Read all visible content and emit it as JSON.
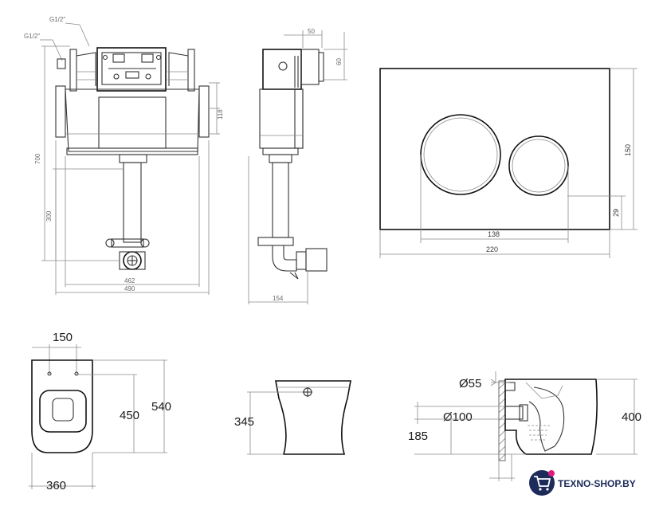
{
  "cistern_front": {
    "inlet_top": "G1/2\"",
    "inlet_side": "G1/2\"",
    "height_total": "700",
    "height_outlet": "300",
    "width_inner": "462",
    "width_outer": "490",
    "bracket_height": "118"
  },
  "cistern_side": {
    "depth_top": "50",
    "height_top": "60",
    "depth": "154"
  },
  "flush_plate": {
    "height": "150",
    "button_offset": "29",
    "button_span": "138",
    "width": "220"
  },
  "bowl_top": {
    "hole_spacing": "150",
    "depth_inner": "450",
    "depth_total": "540",
    "width": "360"
  },
  "bowl_front": {
    "height": "345"
  },
  "bowl_side": {
    "inlet_diameter": "Ø55",
    "outlet_diameter": "Ø100",
    "outlet_height": "185",
    "height": "400"
  },
  "watermark": {
    "text": "TEXNO-SHOP.BY",
    "badge_color": "#1c2b5a",
    "accent_color": "#e0197d"
  }
}
